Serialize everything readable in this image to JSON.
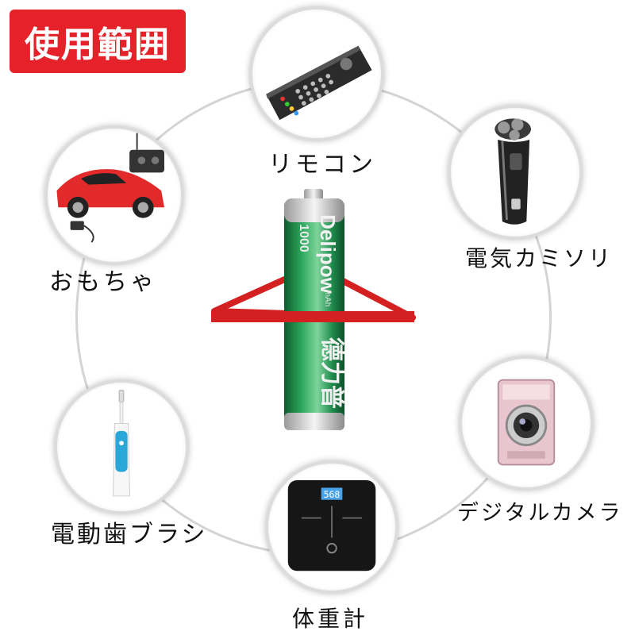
{
  "title": "使用範囲",
  "battery": {
    "capacity": "1000",
    "unit": "mAh",
    "brand": "Delipow",
    "kanji": "德力普"
  },
  "devices": [
    {
      "label": "リモコン",
      "icon": "remote-control-icon"
    },
    {
      "label": "電気カミソリ",
      "icon": "electric-shaver-icon"
    },
    {
      "label": "デジタルカメラ",
      "icon": "digital-camera-icon"
    },
    {
      "label": "体重計",
      "icon": "bathroom-scale-icon"
    },
    {
      "label": "電動歯ブラシ",
      "icon": "electric-toothbrush-icon"
    },
    {
      "label": "おもちゃ",
      "icon": "toy-car-icon"
    }
  ],
  "scale_display": "568",
  "colors": {
    "accent": "#e5222a",
    "battery_green": "#1f8a4c",
    "frame_red": "#d42020"
  }
}
